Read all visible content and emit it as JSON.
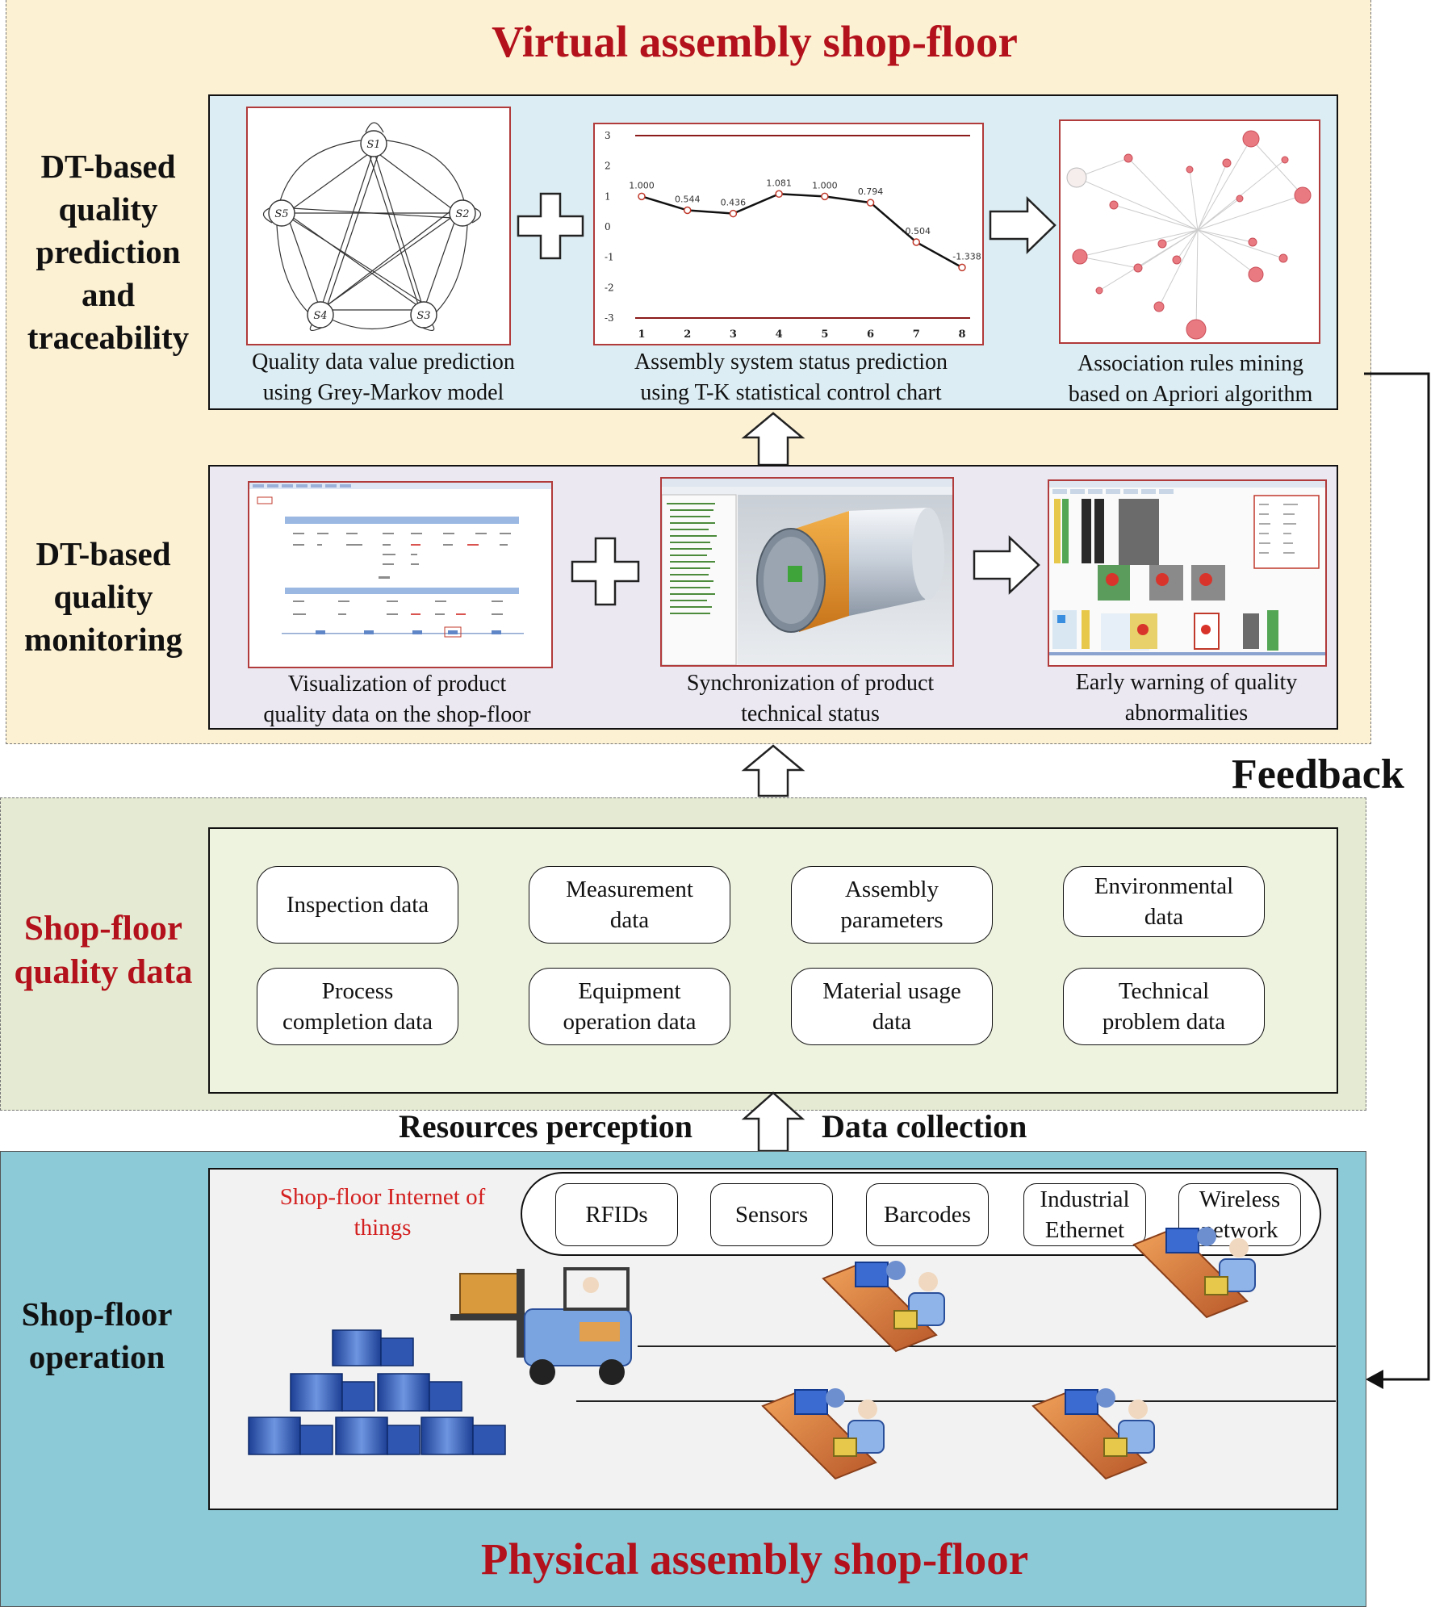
{
  "virtual": {
    "title": "Virtual assembly shop-floor",
    "prediction_label": "DT-based\nquality\nprediction\nand\ntraceability",
    "monitoring_label": "DT-based\nquality\nmonitoring",
    "prediction_items": [
      {
        "caption": "Quality data value prediction\nusing Grey-Markov model"
      },
      {
        "caption": "Assembly system status prediction\nusing T-K statistical control chart"
      },
      {
        "caption": "Association rules mining\nbased on Apriori algorithm"
      }
    ],
    "monitoring_items": [
      {
        "caption": "Visualization of product\nquality data on the shop-floor"
      },
      {
        "caption": "Synchronization of product\ntechnical status"
      },
      {
        "caption": "Early warning of quality\nabnormalities"
      }
    ],
    "markov_nodes": [
      "S1",
      "S2",
      "S3",
      "S4",
      "S5"
    ]
  },
  "chart_data": {
    "type": "line",
    "x": [
      1,
      2,
      3,
      4,
      5,
      6,
      7,
      8
    ],
    "values": [
      1.0,
      0.544,
      0.436,
      1.081,
      1.0,
      0.794,
      -0.504,
      -1.338
    ],
    "data_labels": [
      "1.000",
      "0.544",
      "0.436",
      "1.081",
      "1.000",
      "0.794",
      "-0.504",
      "-1.338"
    ],
    "y_ticks": [
      3,
      2,
      1,
      0,
      -1,
      -2,
      -3
    ],
    "ylim": [
      -3,
      3
    ],
    "control_limits": [
      3,
      -3
    ],
    "line_color": "#111111",
    "limit_color": "#8b1a1a"
  },
  "feedback_label": "Feedback",
  "quality": {
    "title": "Shop-floor\nquality data",
    "items": [
      "Inspection data",
      "Measurement\ndata",
      "Assembly\nparameters",
      "Environmental\ndata",
      "Process\ncompletion data",
      "Equipment\noperation data",
      "Material usage\ndata",
      "Technical\nproblem data"
    ]
  },
  "transfer": {
    "left": "Resources perception",
    "right": "Data collection"
  },
  "physical": {
    "title": "Physical assembly shop-floor",
    "operation_label": "Shop-floor\noperation",
    "iot_label": "Shop-floor Internet of\nthings",
    "iot_items": [
      "RFIDs",
      "Sensors",
      "Barcodes",
      "Industrial\nEthernet",
      "Wireless\nnetwork"
    ]
  },
  "colors": {
    "title_red": "#b3111b",
    "virtual_bg": "#fdf1d3",
    "prediction_panel_bg": "#dcedf3",
    "monitoring_panel_bg": "#ebe8f2",
    "quality_bg": "#e4ebd2",
    "quality_panel_bg": "#eef3e0",
    "physical_bg": "#8dcad8",
    "physical_panel_bg": "#f2f2f2"
  }
}
